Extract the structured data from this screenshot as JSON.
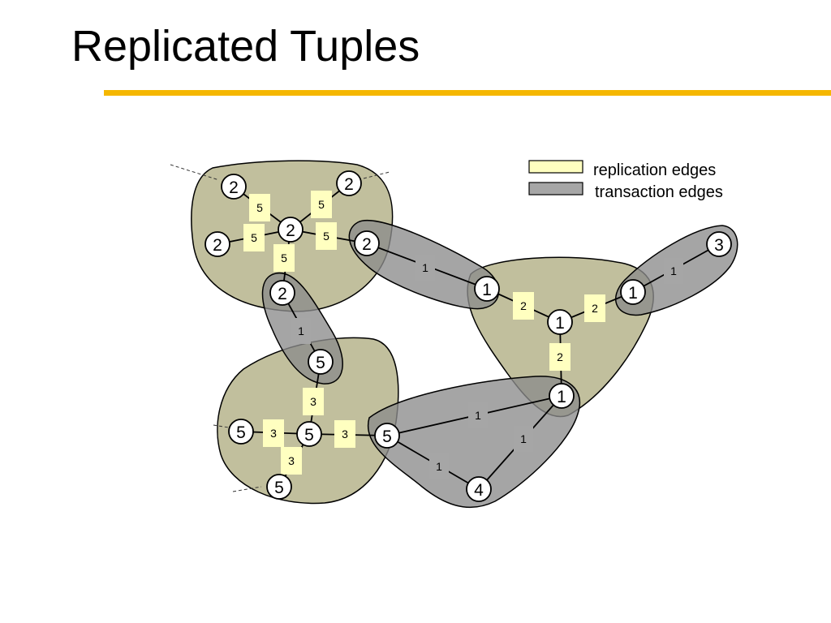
{
  "slide": {
    "title": "Replicated Tuples"
  },
  "colors": {
    "title_rule": "#f5b700",
    "replication_fill": "#ffffc0",
    "transaction_fill": "#a6a6a6",
    "replica_group": "#b6b48c",
    "transaction_group": "#8c8c8c",
    "outline": "#000000"
  },
  "legend": [
    {
      "kind": "replication",
      "label": "replication edges"
    },
    {
      "kind": "transaction",
      "label": "transaction edges"
    }
  ],
  "nodes": [
    {
      "id": "a1",
      "label": "2"
    },
    {
      "id": "a2",
      "label": "2"
    },
    {
      "id": "a3",
      "label": "2"
    },
    {
      "id": "a4",
      "label": "2"
    },
    {
      "id": "a5",
      "label": "2"
    },
    {
      "id": "a6",
      "label": "2"
    },
    {
      "id": "b1",
      "label": "1"
    },
    {
      "id": "b2",
      "label": "1"
    },
    {
      "id": "b3",
      "label": "1"
    },
    {
      "id": "b4",
      "label": "1"
    },
    {
      "id": "c1",
      "label": "5"
    },
    {
      "id": "c2",
      "label": "5"
    },
    {
      "id": "c3",
      "label": "5"
    },
    {
      "id": "c4",
      "label": "5"
    },
    {
      "id": "c5",
      "label": "5"
    },
    {
      "id": "d1",
      "label": "3"
    },
    {
      "id": "e1",
      "label": "4"
    }
  ],
  "edges": [
    {
      "from": "a1",
      "to": "a5",
      "kind": "replication",
      "weight": "5"
    },
    {
      "from": "a2",
      "to": "a5",
      "kind": "replication",
      "weight": "5"
    },
    {
      "from": "a3",
      "to": "a5",
      "kind": "replication",
      "weight": "5"
    },
    {
      "from": "a5",
      "to": "a4",
      "kind": "replication",
      "weight": "5"
    },
    {
      "from": "a5",
      "to": "a6",
      "kind": "replication",
      "weight": "5"
    },
    {
      "from": "a4",
      "to": "b1",
      "kind": "transaction",
      "weight": "1"
    },
    {
      "from": "a6",
      "to": "c1",
      "kind": "transaction",
      "weight": "1"
    },
    {
      "from": "b1",
      "to": "b2",
      "kind": "replication",
      "weight": "2"
    },
    {
      "from": "b3",
      "to": "b2",
      "kind": "replication",
      "weight": "2"
    },
    {
      "from": "b2",
      "to": "b4",
      "kind": "replication",
      "weight": "2"
    },
    {
      "from": "b3",
      "to": "d1",
      "kind": "transaction",
      "weight": "1"
    },
    {
      "from": "c1",
      "to": "c3",
      "kind": "replication",
      "weight": "3"
    },
    {
      "from": "c2",
      "to": "c3",
      "kind": "replication",
      "weight": "3"
    },
    {
      "from": "c3",
      "to": "c4",
      "kind": "replication",
      "weight": "3"
    },
    {
      "from": "c5",
      "to": "c3",
      "kind": "replication",
      "weight": "3"
    },
    {
      "from": "c4",
      "to": "b4",
      "kind": "transaction",
      "weight": "1"
    },
    {
      "from": "c4",
      "to": "e1",
      "kind": "transaction",
      "weight": "1"
    },
    {
      "from": "e1",
      "to": "b4",
      "kind": "transaction",
      "weight": "1"
    }
  ]
}
